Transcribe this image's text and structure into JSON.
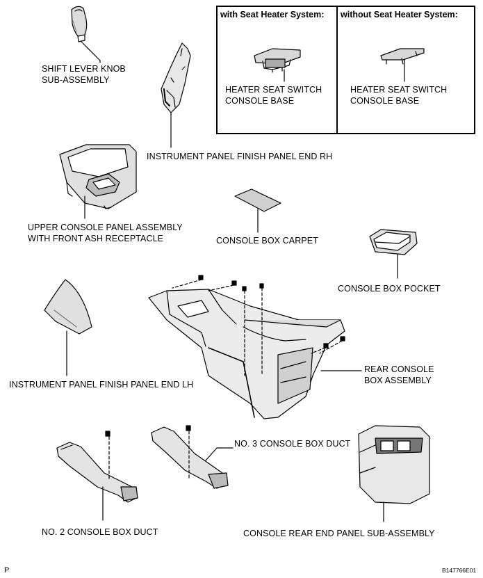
{
  "inset_box": {
    "left_header": "with Seat Heater System:",
    "right_header": "without Seat Heater System:",
    "left_part": [
      "HEATER SEAT SWITCH",
      "CONSOLE BASE"
    ],
    "right_part": [
      "HEATER SEAT SWITCH",
      "CONSOLE BASE"
    ]
  },
  "parts": {
    "shift_lever_knob": [
      "SHIFT LEVER KNOB",
      "SUB-ASSEMBLY"
    ],
    "finish_panel_rh": "INSTRUMENT PANEL FINISH PANEL END RH",
    "upper_console_panel": [
      "UPPER CONSOLE PANEL ASSEMBLY",
      "WITH FRONT ASH RECEPTACLE"
    ],
    "console_box_carpet": "CONSOLE BOX CARPET",
    "console_box_pocket": "CONSOLE BOX POCKET",
    "finish_panel_lh": "INSTRUMENT PANEL FINISH PANEL END LH",
    "rear_console_box": [
      "REAR CONSOLE",
      "BOX ASSEMBLY"
    ],
    "no3_duct": "NO. 3 CONSOLE BOX DUCT",
    "no2_duct": "NO. 2 CONSOLE BOX DUCT",
    "rear_end_panel": "CONSOLE REAR END PANEL SUB-ASSEMBLY"
  },
  "corner_marks": {
    "bottom_left": "P",
    "bottom_right": "B147766E01"
  }
}
